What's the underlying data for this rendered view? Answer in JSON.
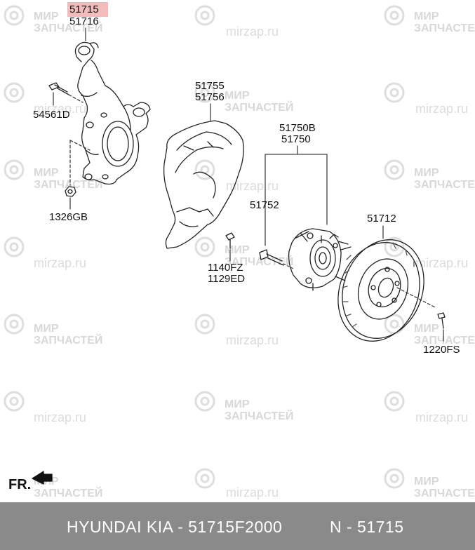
{
  "diagram": {
    "callouts": {
      "knuckle_top": "51715",
      "knuckle_bottom": "51716",
      "bolt": "54561D",
      "nut": "1326GB",
      "shield_top": "51755",
      "shield_bottom": "51756",
      "hub_top": "51750B",
      "hub_bottom": "51750",
      "stud": "51752",
      "screw_top": "1140FZ",
      "screw_bottom": "1129ED",
      "disc": "51712",
      "disc_screw": "1220FS"
    },
    "direction_label": "FR."
  },
  "watermark": {
    "line1": "МИР",
    "line2": "ЗАПЧАСТЕЙ",
    "url": "mirzap.ru"
  },
  "footer": {
    "brand": "HYUNDAI  KIA - 51715F2000",
    "ref": "N - 51715"
  },
  "colors": {
    "highlight": "#f2bcbc",
    "footer_bg": "#8a8a8a",
    "watermark": "#d8d8d8"
  }
}
